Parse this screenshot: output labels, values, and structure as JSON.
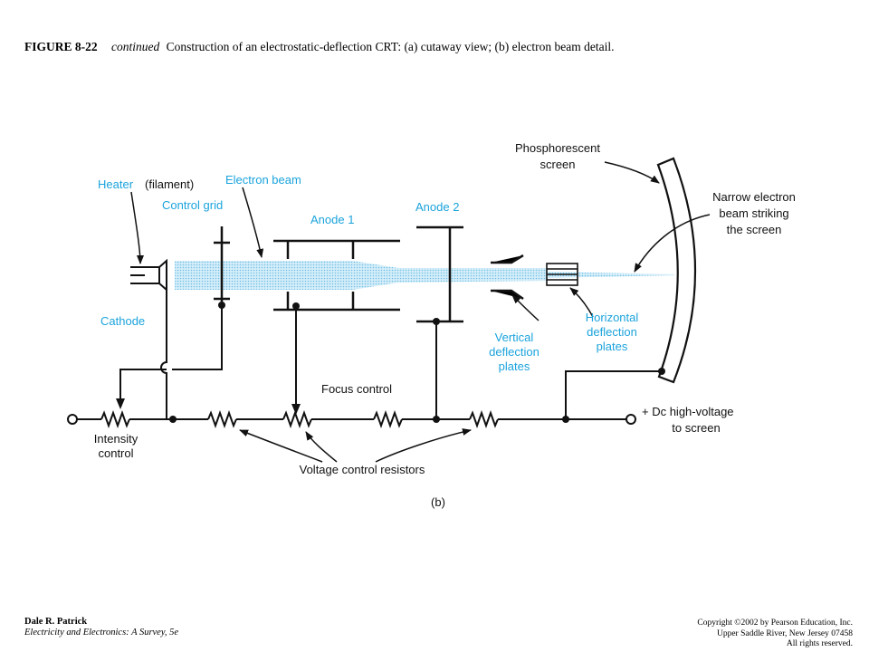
{
  "caption": {
    "figure": "FIGURE 8-22",
    "continued": "continued",
    "text": "Construction of an electrostatic-deflection CRT: (a) cutaway view; (b) electron beam detail."
  },
  "labels": {
    "heater": "Heater",
    "filament": "(filament)",
    "electron_beam": "Electron beam",
    "control_grid": "Control grid",
    "anode1": "Anode 1",
    "anode2": "Anode 2",
    "cathode": "Cathode",
    "phosphor_line1": "Phosphorescent",
    "phosphor_line2": "screen",
    "narrow_line1": "Narrow electron",
    "narrow_line2": "beam striking",
    "narrow_line3": "the screen",
    "vertical_line1": "Vertical",
    "vertical_line2": "deflection",
    "vertical_line3": "plates",
    "horizontal_line1": "Horizontal",
    "horizontal_line2": "deflection",
    "horizontal_line3": "plates",
    "focus_control": "Focus control",
    "intensity_line1": "Intensity",
    "intensity_line2": "control",
    "voltage_resistors": "Voltage control resistors",
    "dc_line1": "+  Dc high-voltage",
    "dc_line2": "to screen",
    "part": "(b)"
  },
  "colors": {
    "label_blue": "#1ba3dc",
    "beam_fill": "#a9d8ee"
  },
  "footer": {
    "author": "Dale R. Patrick",
    "book": "Electricity and Electronics:  A Survey, 5e",
    "copyright1": "Copyright ©2002 by Pearson Education, Inc.",
    "copyright2": "Upper Saddle River, New Jersey 07458",
    "copyright3": "All rights reserved."
  }
}
